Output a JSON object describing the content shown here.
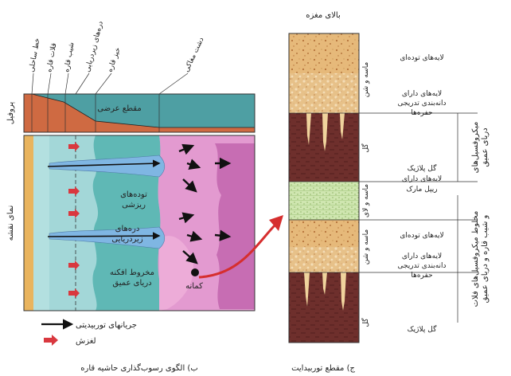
{
  "map_view": {
    "top_labels": [
      "خط ساحلی",
      "قلات قاره",
      "شیب قاره",
      "دره‌های زیردریایی",
      "خیز قاره",
      "دشت مغاکی"
    ],
    "profile_label": "پروفیل",
    "map_label": "نمای نقشه",
    "cross_section_label": "مقطع عرضی",
    "turbidite_mounds_label": [
      "توده‌های",
      "ریزشی"
    ],
    "submarine_canyons_label": [
      "دره‌های",
      "زیردریایی"
    ],
    "deep_fan_label": [
      "مخروط افکنه",
      "دریای عمیق"
    ],
    "location_label": "کمانه",
    "caption": "ب) الگوی رسوب‌گذاری حاشیه قاره"
  },
  "legend": {
    "items": [
      {
        "label": "جریانهای توربیدیتی",
        "color": "#111111"
      },
      {
        "label": "لغزش",
        "color": "#d9383f"
      }
    ]
  },
  "column": {
    "top_label": "بالای مغزه",
    "caption": "ج) مقطع توربیدایت",
    "right_labels": [
      [
        "لایه‌های توده‌ای"
      ],
      [
        "لایه‌های دارای",
        "دانه‌بندی تدریجی",
        "حفره‌ها"
      ],
      [
        "گل پلاژیک",
        "لایه‌های دارای",
        "ریپل مارک"
      ],
      [
        "لایه‌های توده‌ای"
      ],
      [
        "لایه‌های دارای",
        "دانه‌بندی تدریجی",
        "حفره‌ها"
      ],
      [
        "گل پلاژیک"
      ]
    ],
    "left_labels": [
      "ماسه و شن",
      "گل",
      "ماسه و لای",
      "ماسه و شن",
      "گل"
    ],
    "bracket_labels": [
      [
        "میکروفسیل‌های",
        "دریای عمیق"
      ],
      [
        "مخلوط میکروفسیل‌های فلات",
        "و شیب قاره و دریای عمیق"
      ]
    ]
  }
}
